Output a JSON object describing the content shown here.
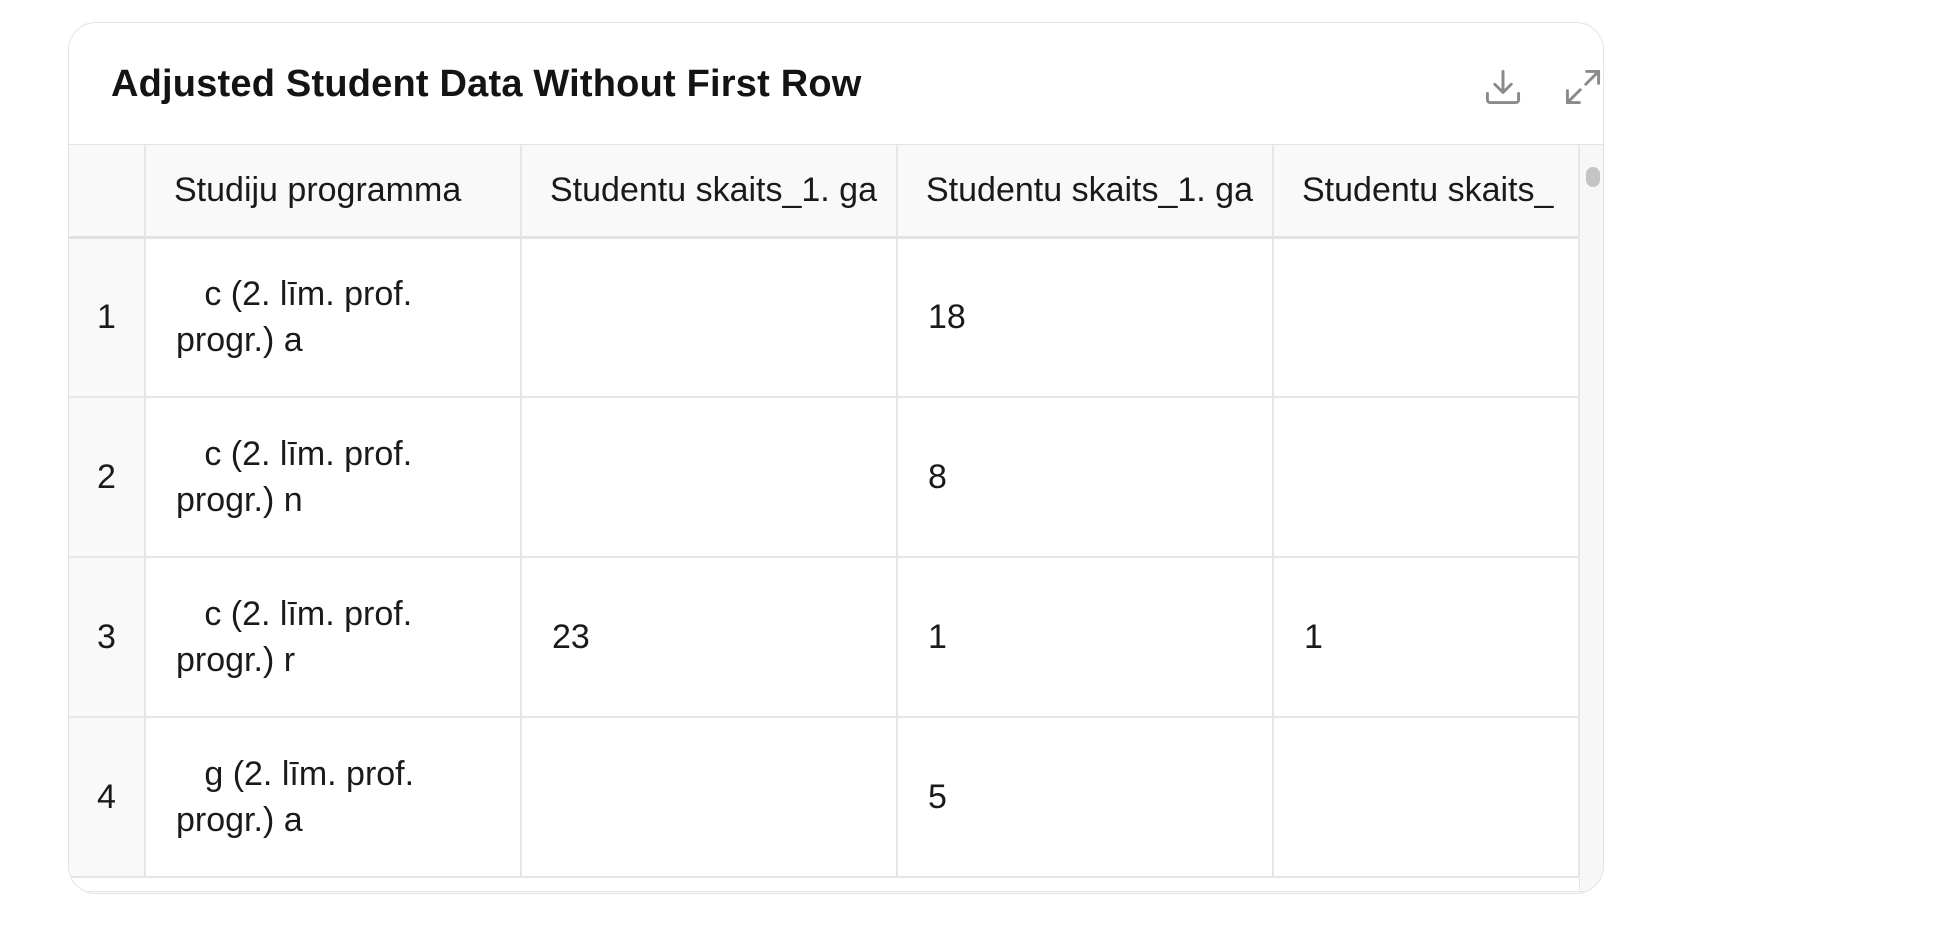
{
  "card": {
    "title": "Adjusted Student Data Without First Row",
    "icons": {
      "download": "download-icon",
      "expand": "expand-icon"
    }
  },
  "table": {
    "columns": [
      "",
      "Studiju programma",
      "Studentu skaits_1. ga",
      "Studentu skaits_1. ga",
      "Studentu skaits_"
    ],
    "rows": [
      {
        "index": "1",
        "program": "   c (2. līm. prof. progr.) a",
        "col2": "",
        "col3": "18",
        "col4": ""
      },
      {
        "index": "2",
        "program": "   c (2. līm. prof. progr.) n",
        "col2": "",
        "col3": "8",
        "col4": ""
      },
      {
        "index": "3",
        "program": "   c (2. līm. prof. progr.) r",
        "col2": "23",
        "col3": "1",
        "col4": "1"
      },
      {
        "index": "4",
        "program": "   g (2. līm. prof. progr.) a",
        "col2": "",
        "col3": "5",
        "col4": ""
      }
    ]
  },
  "colors": {
    "border": "#e6e6e6",
    "header_bg": "#f9f9f9",
    "icon": "#8a8a8a",
    "scroll_thumb": "#c9c9c9"
  }
}
